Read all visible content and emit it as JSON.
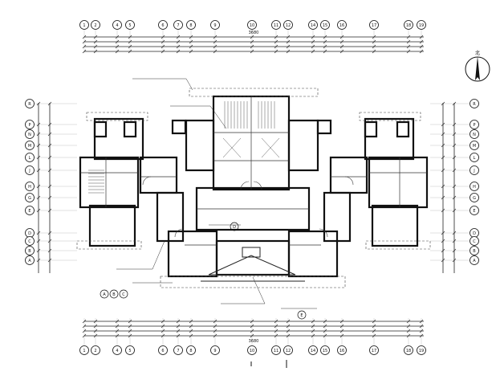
{
  "drawing": {
    "title": "",
    "north_label": "北"
  },
  "grid_top": [
    "1",
    "2",
    "4",
    "5",
    "6",
    "7",
    "8",
    "9",
    "10",
    "11",
    "12",
    "14",
    "15",
    "16",
    "17",
    "18",
    "19"
  ],
  "grid_bottom": [
    "1",
    "2",
    "4",
    "5",
    "6",
    "7",
    "8",
    "9",
    "10",
    "11",
    "12",
    "14",
    "15",
    "16",
    "17",
    "18",
    "19"
  ],
  "grid_left": [
    "R",
    "P",
    "N",
    "M",
    "L",
    "J",
    "H",
    "G",
    "E",
    "D",
    "C",
    "B",
    "A"
  ],
  "grid_right": [
    "R",
    "P",
    "N",
    "M",
    "L",
    "J",
    "H",
    "G",
    "E",
    "D",
    "C",
    "B",
    "A"
  ],
  "top_dim_text": "3680",
  "bottom_dim_text": "3680",
  "room_tags": [
    "A",
    "B",
    "C",
    "D",
    "E"
  ],
  "colors": {
    "ink": "#111111",
    "line": "#222222",
    "hatch": "#777777",
    "background": "#ffffff"
  }
}
